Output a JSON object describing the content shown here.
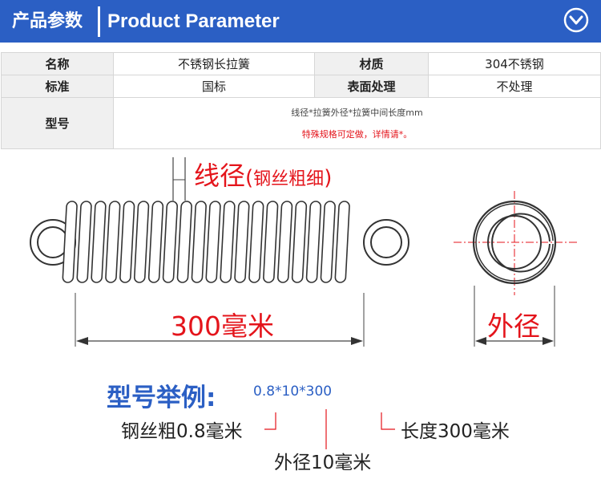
{
  "header": {
    "left_title": "产品参数",
    "right_title": "Product Parameter",
    "icon": "chevron-down-circle-icon"
  },
  "table": {
    "row1": {
      "k1": "名称",
      "v1": "不锈钢长拉簧",
      "k2": "材质",
      "v2": "304不锈钢"
    },
    "row2": {
      "k1": "标准",
      "v1": "国标",
      "k2": "表面处理",
      "v2": "不处理"
    },
    "row3": {
      "k": "型号",
      "note": "线径*拉簧外径*拉簧中间长度mm",
      "special": "特殊规格可定做，详情请*。"
    }
  },
  "diagram": {
    "wire_label": "线径",
    "wire_sub": "钢丝粗细",
    "length_label": "300毫米",
    "outer_label": "外径"
  },
  "example": {
    "title": "型号举例:",
    "code": "0.8*10*300",
    "wire": "钢丝粗0.8毫米",
    "outer": "外径10毫米",
    "length": "长度300毫米"
  },
  "colors": {
    "header_bg": "#2b5fc4",
    "accent_red": "#e4141b",
    "example_blue": "#2b5fc4"
  }
}
